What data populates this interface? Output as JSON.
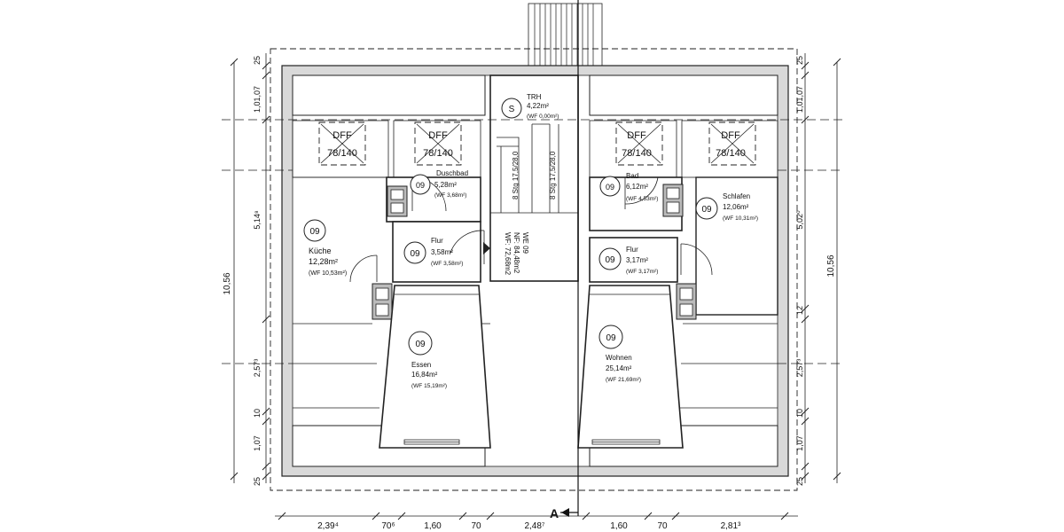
{
  "rooms": {
    "trh": {
      "badge": "S",
      "name": "TRH",
      "area": "4,22m²",
      "wf": "(WF 0,00m²)"
    },
    "duschbad": {
      "badge": "09",
      "name": "Duschbad",
      "area": "5,28m²",
      "wf": "(WF 3,68m²)"
    },
    "kueche": {
      "badge": "09",
      "name": "Küche",
      "area": "12,28m²",
      "wf": "(WF 10,53m²)"
    },
    "flur_left": {
      "badge": "09",
      "name": "Flur",
      "area": "3,58m²",
      "wf": "(WF 3,58m²)"
    },
    "essen": {
      "badge": "09",
      "name": "Essen",
      "area": "16,84m²",
      "wf": "(WF 15,19m²)"
    },
    "bad": {
      "badge": "09",
      "name": "Bad",
      "area": "6,12m²",
      "wf": "(WF 4,53m²)"
    },
    "schlafen": {
      "badge": "09",
      "name": "Schlafen",
      "area": "12,06m²",
      "wf": "(WF 10,31m²)"
    },
    "flur_right": {
      "badge": "09",
      "name": "Flur",
      "area": "3,17m²",
      "wf": "(WF 3,17m²)"
    },
    "wohnen": {
      "badge": "09",
      "name": "Wohnen",
      "area": "25,14m²",
      "wf": "(WF 21,69m²)"
    }
  },
  "we_label": {
    "line1": "WE 09",
    "line2": "NF: 84,48m2",
    "line3": "WF: 72,68m2"
  },
  "stairs": {
    "left": "8 Stg 17,5/28,0",
    "right": "8 Stg 17,5/28,0"
  },
  "skylights": [
    {
      "label": "DFF",
      "size": "78/140"
    },
    {
      "label": "DFF",
      "size": "78/140"
    },
    {
      "label": "DFF",
      "size": "78/140"
    },
    {
      "label": "DFF",
      "size": "78/140"
    }
  ],
  "dims_bottom": [
    "2,39⁴",
    "70⁶",
    "1,60",
    "70",
    "2,48⁷",
    "1,60",
    "70",
    "2,81³"
  ],
  "dims_left_inner": [
    "25",
    "1,01,07",
    "5,14⁸",
    "2,57³",
    "10",
    "1,07",
    "25"
  ],
  "dims_right_inner": [
    "25",
    "1,01,07",
    "5,02⁰",
    "12",
    "2,57³",
    "10",
    "1,07",
    "25"
  ],
  "dim_left_total": "10,56",
  "dim_right_total": "10,56",
  "section_marker": "A"
}
